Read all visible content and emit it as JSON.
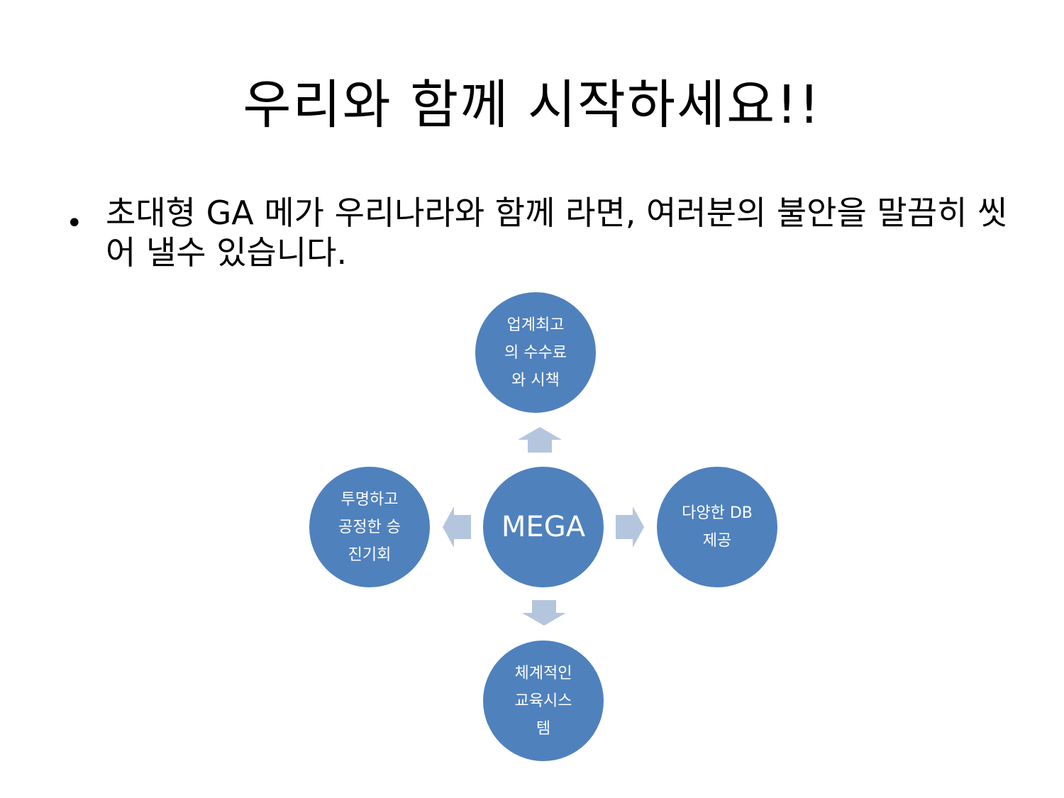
{
  "slide": {
    "title": "우리와 함께 시작하세요!!",
    "bullet_symbol": "•",
    "bullet_text": "초대형 GA 메가 우리나라와 함께 라면, 여러분의 불안을 말끔히 씻어 낼수 있습니다."
  },
  "diagram": {
    "center": "MEGA",
    "top": "업계최고\n의 수수료\n와 시책",
    "left": "투명하고\n공정한 승\n진기회",
    "right": "다양한 DB\n제공",
    "bottom": "체계적인\n교육시스\n템",
    "node_color": "#4f81bd",
    "arrow_color": "#b4c5de"
  }
}
